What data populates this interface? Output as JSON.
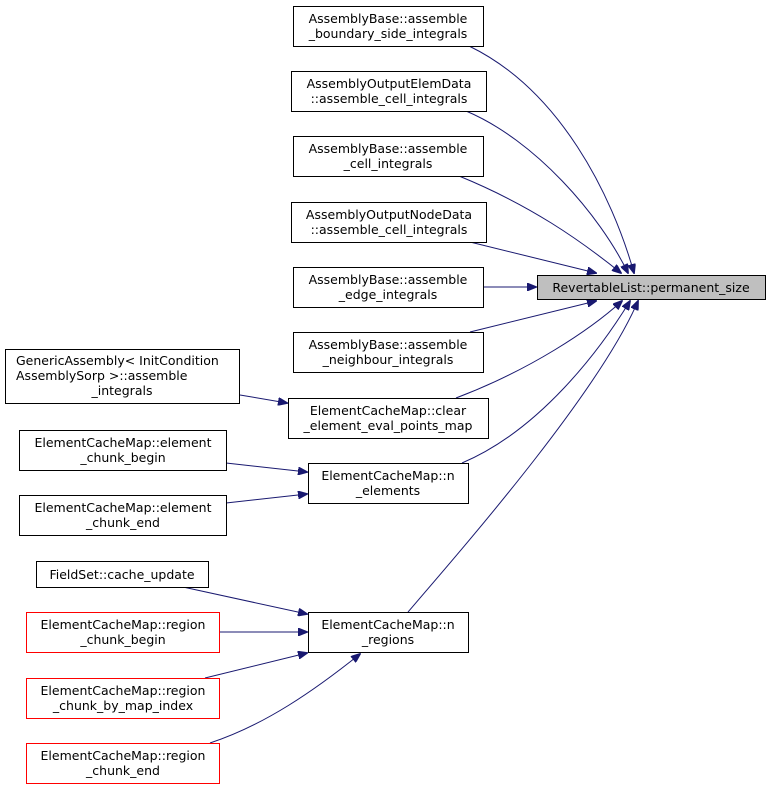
{
  "graph": {
    "target": {
      "label": "RevertableList::permanent_size"
    },
    "nodes": {
      "boundary": [
        "AssemblyBase::assemble",
        "_boundary_side_integrals"
      ],
      "elemdata": [
        "AssemblyOutputElemData",
        "::assemble_cell_integrals"
      ],
      "cell": [
        "AssemblyBase::assemble",
        "_cell_integrals"
      ],
      "nodedata": [
        "AssemblyOutputNodeData",
        "::assemble_cell_integrals"
      ],
      "edge": [
        "AssemblyBase::assemble",
        "_edge_integrals"
      ],
      "neighbour": [
        "AssemblyBase::assemble",
        "_neighbour_integrals"
      ],
      "generic": [
        "GenericAssembly< InitCondition",
        "AssemblySorp >::assemble",
        "_integrals"
      ],
      "clear": [
        "ElementCacheMap::clear",
        "_element_eval_points_map"
      ],
      "n_elements": [
        "ElementCacheMap::n",
        "_elements"
      ],
      "ecb": [
        "ElementCacheMap::element",
        "_chunk_begin"
      ],
      "ece": [
        "ElementCacheMap::element",
        "_chunk_end"
      ],
      "fieldset": [
        "FieldSet::cache_update"
      ],
      "n_regions": [
        "ElementCacheMap::n",
        "_regions"
      ],
      "rcb": [
        "ElementCacheMap::region",
        "_chunk_begin"
      ],
      "rbmi": [
        "ElementCacheMap::region",
        "_chunk_by_map_index"
      ],
      "rce": [
        "ElementCacheMap::region",
        "_chunk_end"
      ]
    },
    "edges": [
      [
        "boundary",
        "target"
      ],
      [
        "elemdata",
        "target"
      ],
      [
        "cell",
        "target"
      ],
      [
        "nodedata",
        "target"
      ],
      [
        "edge",
        "target"
      ],
      [
        "neighbour",
        "target"
      ],
      [
        "clear",
        "target"
      ],
      [
        "n_elements",
        "target"
      ],
      [
        "n_regions",
        "target"
      ],
      [
        "generic",
        "clear"
      ],
      [
        "ecb",
        "n_elements"
      ],
      [
        "ece",
        "n_elements"
      ],
      [
        "fieldset",
        "n_regions"
      ],
      [
        "rcb",
        "n_regions"
      ],
      [
        "rbmi",
        "n_regions"
      ],
      [
        "rce",
        "n_regions"
      ]
    ],
    "colors": {
      "edge": "#191970",
      "target_fill": "#bfbfbf",
      "incomplete_border": "#ff0000"
    }
  }
}
